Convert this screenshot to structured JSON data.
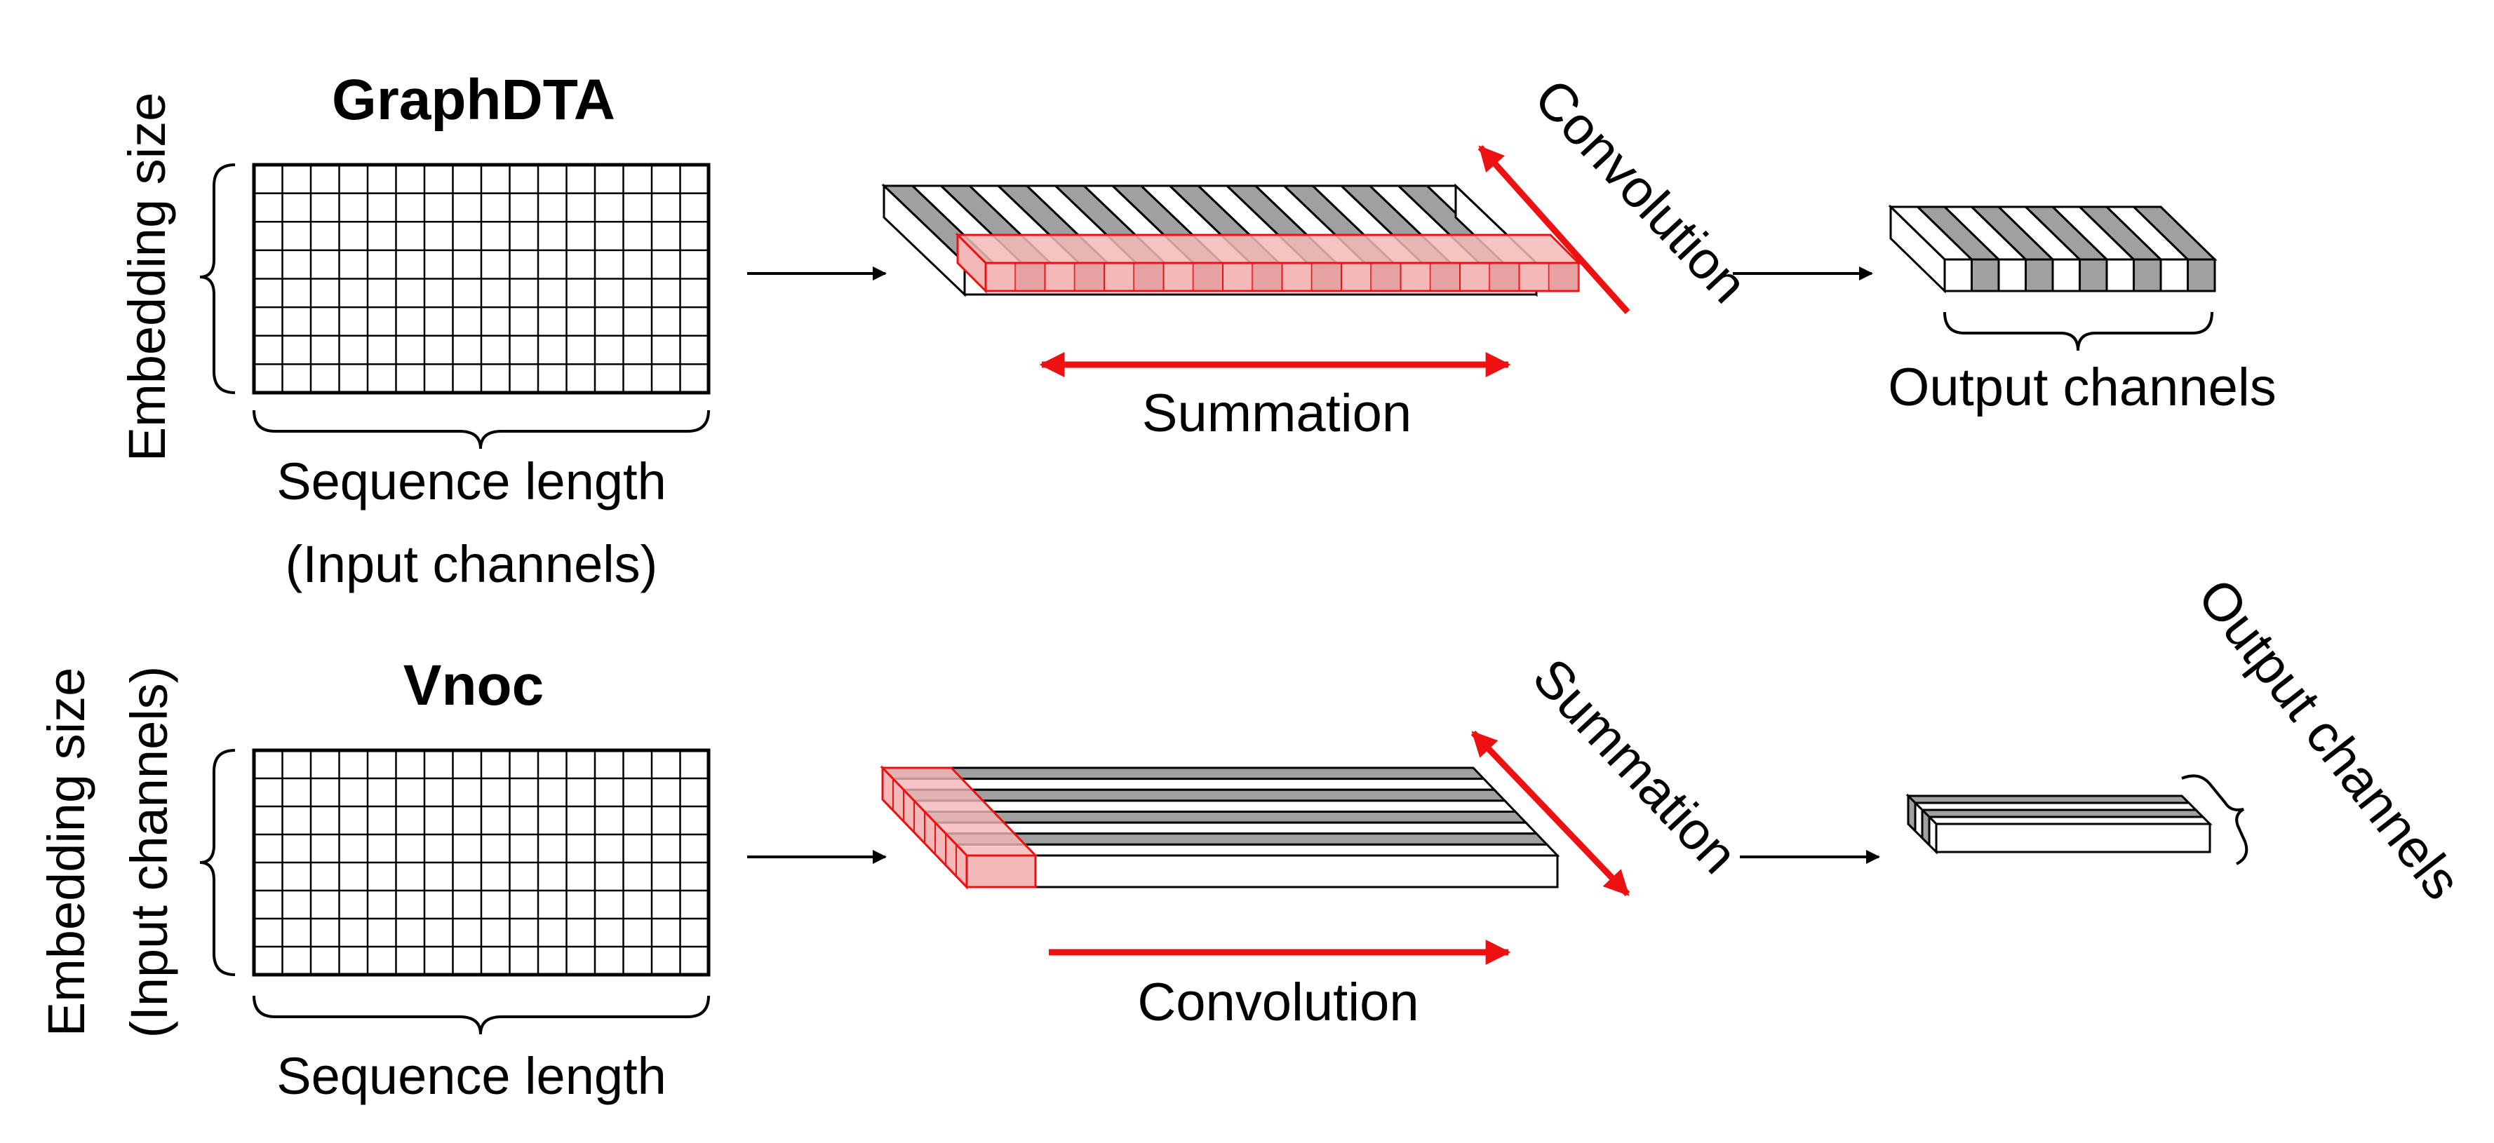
{
  "top": {
    "title": "GraphDTA",
    "y_axis_label": "Embedding size",
    "x_axis_label": "Sequence length",
    "x_axis_sublabel": "(Input channels)",
    "diagonal_label": "Convolution",
    "horizontal_label": "Summation",
    "output_label": "Output channels"
  },
  "bottom": {
    "title": "Vnoc",
    "y_axis_label_line1": "Embedding size",
    "y_axis_label_line2": "(Input channels)",
    "x_axis_label": "Sequence length",
    "diagonal_label": "Summation",
    "horizontal_label": "Convolution",
    "output_label": "Output channels"
  },
  "colors": {
    "highlight": "#ee1111",
    "highlight_fill": "#f4b8b8",
    "dark_stripe": "#a0a0a0",
    "light_stripe": "#ffffff",
    "line": "#000000"
  }
}
